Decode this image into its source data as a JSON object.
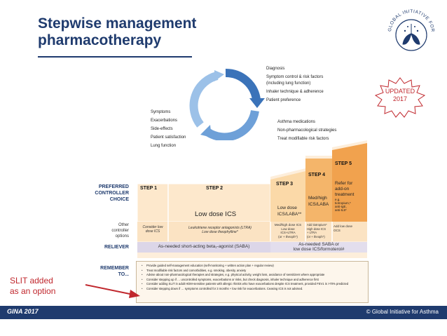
{
  "header": {
    "title_line1": "Stepwise management",
    "title_line2": "pharmacotherapy",
    "logo_text": "GLOBAL INITIATIVE FOR ASTHMA",
    "updated_line1": "UPDATED",
    "updated_line2": "2017"
  },
  "cycle": {
    "diagnosis": "Diagnosis",
    "symptom_control_1": "Symptom control & risk factors",
    "symptom_control_2": "(including lung function)",
    "inhaler": "Inhaler technique & adherence",
    "preference": "Patient preference",
    "symptoms": "Symptoms",
    "exacerbations": "Exacerbations",
    "side_effects": "Side-effects",
    "satisfaction": "Patient satisfaction",
    "lung_function": "Lung function",
    "asthma_meds": "Asthma medications",
    "non_pharm": "Non-pharmacological strategies",
    "treat_risk": "Treat modifiable risk factors"
  },
  "labels": {
    "preferred_1": "PREFERRED",
    "preferred_2": "CONTROLLER",
    "preferred_3": "CHOICE",
    "other_1": "Other",
    "other_2": "controller",
    "other_3": "options",
    "reliever": "RELIEVER",
    "remember_1": "REMEMBER",
    "remember_2": "TO..."
  },
  "steps": {
    "step1": "STEP 1",
    "step2": "STEP 2",
    "step3": "STEP 3",
    "step4": "STEP 4",
    "step5": "STEP 5",
    "low_dose_ics": "Low dose ICS",
    "step3_pref_1": "Low dose",
    "step3_pref_2": "ICS/LABA**",
    "step4_pref_1": "Med/high",
    "step4_pref_2": "ICS/LABA",
    "step5_pref_1": "Refer for",
    "step5_pref_2": "add-on",
    "step5_pref_3": "treatment",
    "step5_pref_4": "e.g.",
    "step5_pref_5": "tiotropium,*",
    "step5_pref_6": "anti-IgE,",
    "step5_pref_7": "anti-IL5*",
    "other1_1": "Consider low",
    "other1_2": "dose ICS",
    "other2_1": "Leukotriene receptor antagonists (LTRA)",
    "other2_2": "Low dose theophylline*",
    "other3_1": "Med/high dose ICS",
    "other3_2": "Low dose",
    "other3_3": "ICS+LTRA",
    "other3_4": "(or + theoph*)",
    "other4_1": "Add tiotropium*",
    "other4_2": "High dose ICS",
    "other4_3": "+ LTRA",
    "other4_4": "(or + theoph*)",
    "other5_1": "Add low dose",
    "other5_2": "OCS",
    "reliever_1": "As-needed short-acting beta₂-agonist (SABA)",
    "reliever_2_1": "As-needed SABA or",
    "reliever_2_2": "low dose ICS/formoterol#"
  },
  "remember": [
    "Provide guided self-management education (self-monitoring + written action plan + regular review)",
    "Treat modifiable risk factors and comorbidities, e.g. smoking, obesity, anxiety",
    "Advise about non-pharmacological therapies and strategies, e.g. physical activity, weight loss, avoidance of sensitizers where appropriate",
    "Consider stepping up if … uncontrolled symptoms, exacerbations or risks, but check diagnosis, inhaler technique and adherence first",
    "Consider adding SLIT in adult HDM-sensitive patients with allergic rhinitis who have exacerbations despite ICS treatment, provided FEV1 is >70% predicted",
    "Consider stepping down if … symptoms controlled for 3 months + low risk for exacerbations. Ceasing ICS is not advised."
  ],
  "slit_1": "SLIT added",
  "slit_2": "as an option",
  "footer": {
    "left": "GINA 2017",
    "right": "© Global Initiative for Asthma"
  },
  "colors": {
    "navy": "#1f3b6e",
    "orange": "#f1a24e",
    "light_orange": "#fbd9a8",
    "pale": "#fdeedb",
    "red": "#c0272d",
    "blue_arrow": "#3b73b9"
  }
}
